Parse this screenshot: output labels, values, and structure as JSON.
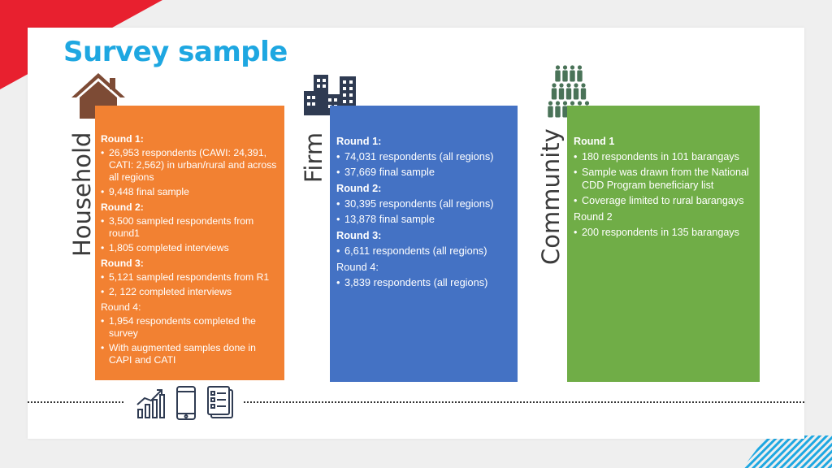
{
  "title": "Survey sample",
  "colors": {
    "title": "#1ea7e1",
    "household": "#f28132",
    "firm": "#4472c4",
    "community": "#70ad47",
    "icon_brown": "#7d4b35",
    "icon_dark": "#2f3b52",
    "icon_green": "#4a7358"
  },
  "household": {
    "label": "Household",
    "icon": "house-icon",
    "round1_heading": "Round 1:",
    "round1_items": [
      "26,953 respondents (CAWI: 24,391, CATI: 2,562) in urban/rural and across all regions",
      "9,448 final sample"
    ],
    "round2_heading": "Round 2:",
    "round2_items": [
      "3,500 sampled respondents from round1",
      "1,805 completed interviews"
    ],
    "round3_heading": "Round 3:",
    "round3_items": [
      "5,121 sampled respondents from R1",
      "2, 122 completed interviews"
    ],
    "round4_heading": "Round 4:",
    "round4_items": [
      "1,954 respondents completed the survey",
      "With augmented samples done in CAPI and CATI"
    ]
  },
  "firm": {
    "label": "Firm",
    "icon": "buildings-icon",
    "round1_heading": "Round 1:",
    "round1_items": [
      "74,031 respondents (all regions)",
      "37,669 final sample"
    ],
    "round2_heading": "Round 2:",
    "round2_items": [
      "30,395 respondents (all regions)",
      "13,878 final sample"
    ],
    "round3_heading": "Round 3:",
    "round3_items": [
      "6,611 respondents (all regions)"
    ],
    "round4_heading": "Round 4:",
    "round4_items": [
      "3,839 respondents (all regions)"
    ]
  },
  "community": {
    "label": "Community",
    "icon": "people-group-icon",
    "round1_heading": "Round 1",
    "round1_items": [
      "180 respondents in 101 barangays",
      "Sample was drawn from the National CDD Program beneficiary list",
      "Coverage limited to rural barangays"
    ],
    "round2_heading": "Round 2",
    "round2_items": [
      "200 respondents in 135 barangays"
    ]
  },
  "bottom_icons": [
    "growth-chart-icon",
    "mobile-phone-icon",
    "survey-forms-icon"
  ]
}
